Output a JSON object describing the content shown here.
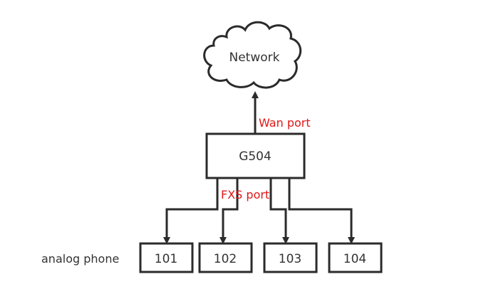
{
  "nodes": {
    "network": "Network",
    "gateway": "G504",
    "phones": [
      "101",
      "102",
      "103",
      "104"
    ]
  },
  "labels": {
    "wan_port": "Wan port",
    "fxs_port": "FXS port",
    "analog_phone": "analog phone"
  },
  "colors": {
    "line": "#2b2b2b",
    "port_label": "#e01818",
    "text": "#333333"
  }
}
